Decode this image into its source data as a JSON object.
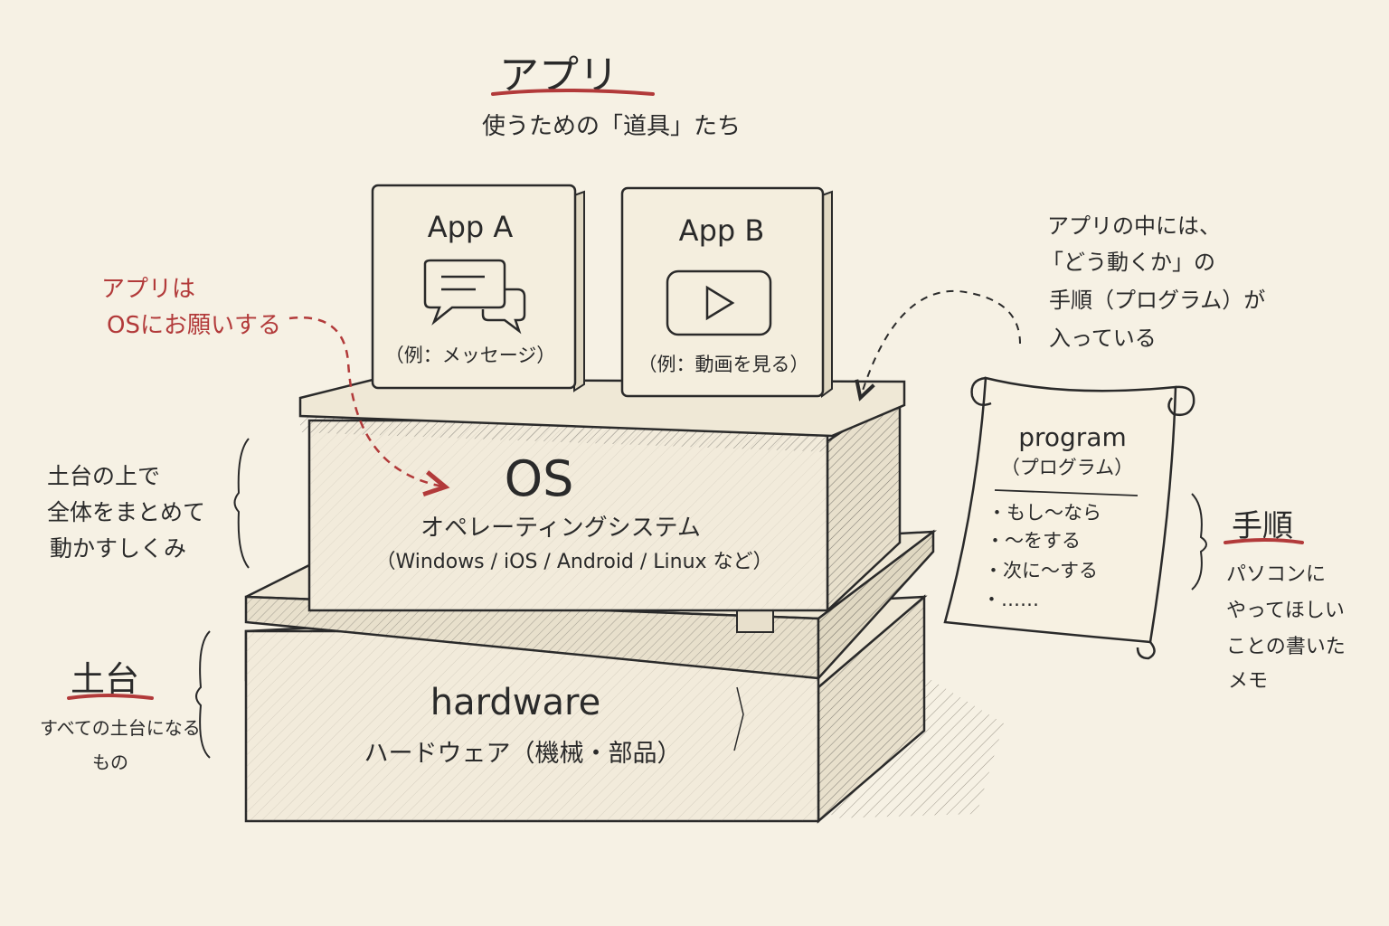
{
  "app_header": {
    "title": "アプリ",
    "subtitle": "使うための「道具」たち"
  },
  "app_a": {
    "name": "App A",
    "example": "（例：メッセージ）",
    "icon": "chat-bubbles-icon"
  },
  "app_b": {
    "name": "App B",
    "example": "（例：動画を見る）",
    "icon": "play-icon"
  },
  "request_note": {
    "line1": "アプリは",
    "line2": "OSにお願いする"
  },
  "os": {
    "name": "OS",
    "subtitle": "オペレーティングシステム",
    "examples": "（Windows / iOS / Android / Linux など）"
  },
  "os_note": {
    "line1": "土台の上で",
    "line2": "全体をまとめて",
    "line3": "動かすしくみ"
  },
  "hardware": {
    "name": "hardware",
    "subtitle": "ハードウェア（機械・部品）"
  },
  "hardware_note": {
    "title": "土台",
    "line1": "すべての土台になる",
    "line2": "もの"
  },
  "app_inside_note": {
    "line1": "アプリの中には、",
    "line2": "「どう動くか」の",
    "line3": "手順（プログラム）が",
    "line4": "入っている"
  },
  "program_scroll": {
    "title": "program",
    "subtitle": "（プログラム）",
    "items": [
      "・もし〜なら",
      "・〜をする",
      "・次に〜する",
      "・……"
    ]
  },
  "steps_note": {
    "title": "手順",
    "line1": "パソコンに",
    "line2": "やってほしい",
    "line3": "ことの書いた",
    "line4": "メモ"
  },
  "colors": {
    "ink": "#2a2a2a",
    "accent": "#b23a3a",
    "paper": "#f6f1e4",
    "box": "#f2ebdb"
  }
}
